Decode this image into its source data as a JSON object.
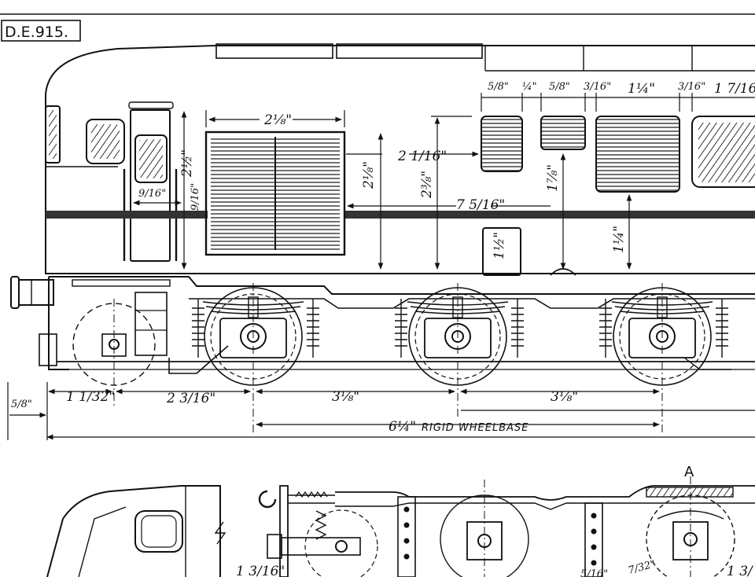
{
  "drawing": {
    "id": "D.E.915.",
    "section_label": "A",
    "rigid_wheelbase_caption": "RIGID WHEELBASE"
  },
  "dimensions": {
    "grille_width": "2⅛\"",
    "door_height": "2½\"",
    "door_gap_left": "9/16\"",
    "door_gap_right": "9/16\"",
    "grille_offset_a": "2⅛\"",
    "grille_offset_b": "2 1/16\"",
    "body_height": "2⅜\"",
    "cab_offset": "7 5/16\"",
    "vent_height": "1⅞\"",
    "window_drop": "1¼\"",
    "handle_height": "1½\"",
    "top_a": "5/8\"",
    "top_b": "¼\"",
    "top_c": "5/8\"",
    "top_d": "3/16\"",
    "top_e": "1¼\"",
    "top_f": "3/16\"",
    "top_g": "1 7/16\"",
    "buffer_overhang": "5/8\"",
    "base_a": "1 1/32\"",
    "base_b": "2 3/16\"",
    "axle_1": "3⅛\"",
    "axle_2": "3⅛\"",
    "rigid_wheelbase": "6¼\"",
    "lower_a": "1 3/16\"",
    "lower_b": "5/16\"",
    "lower_c": "7/32\"",
    "lower_d": "1 3/"
  }
}
